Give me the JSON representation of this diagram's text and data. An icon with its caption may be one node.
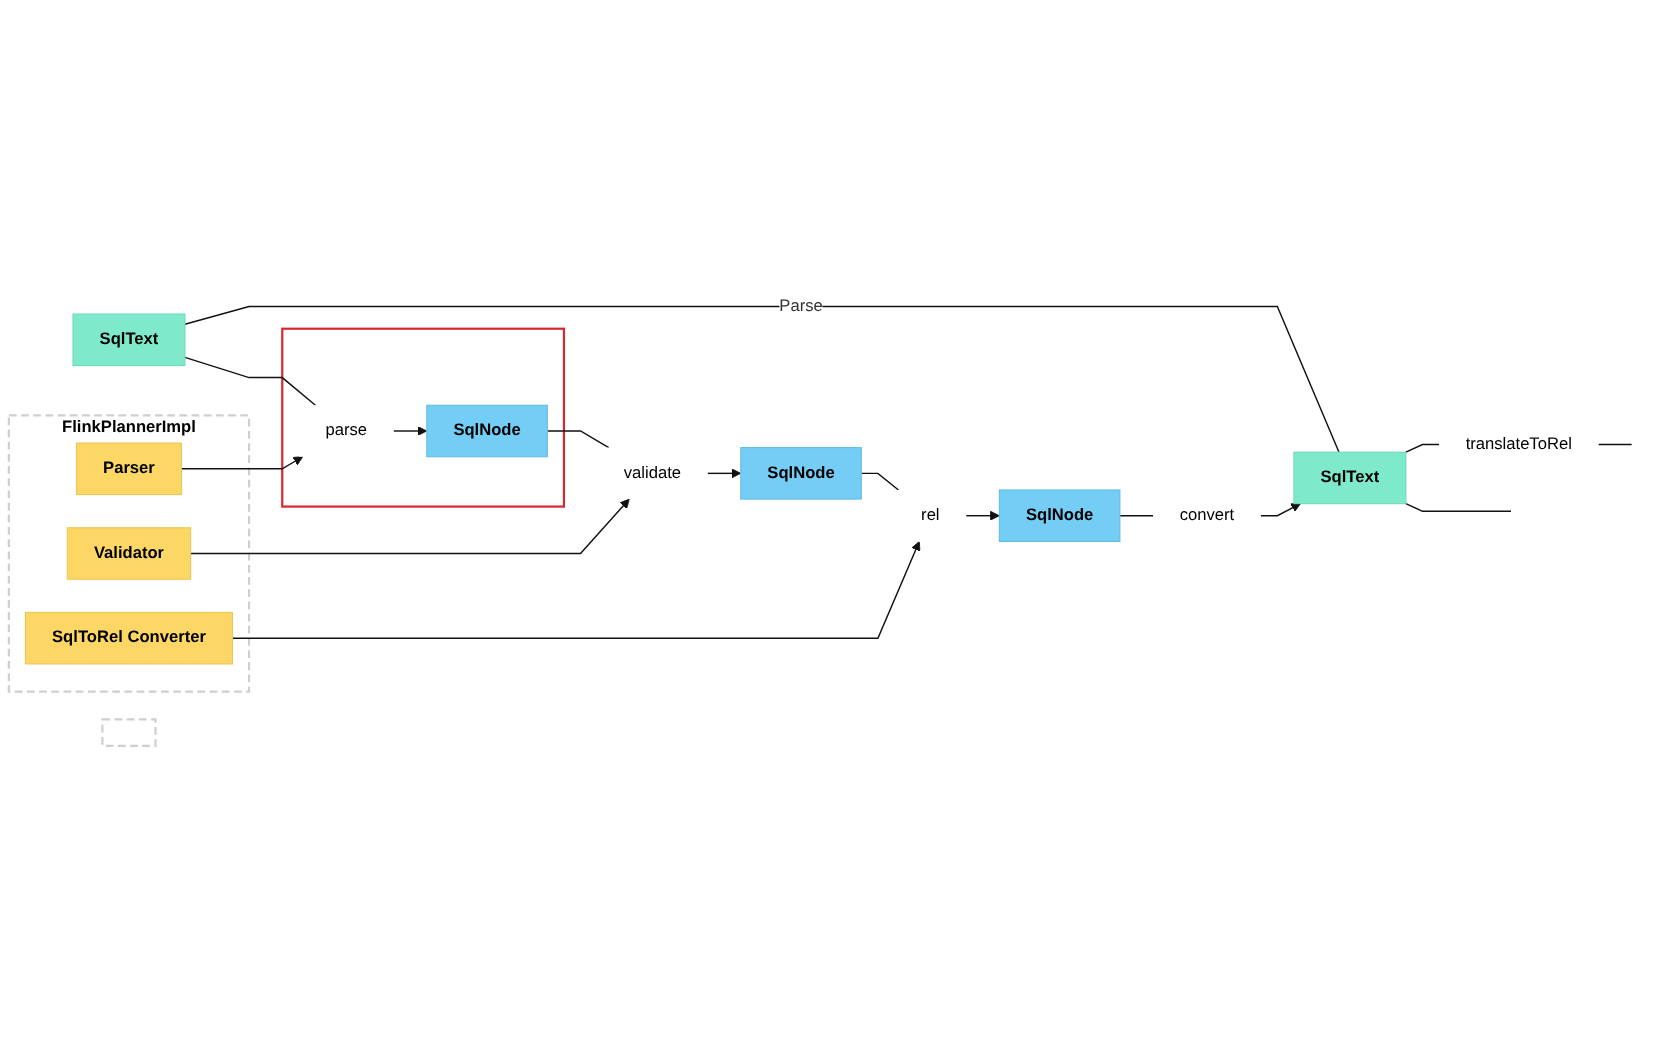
{
  "diagram": {
    "nodes": [
      {
        "text": [
          "SqlText"
        ]
      },
      {
        "text": [
          "SqlText"
        ]
      },
      {
        "text": [],
        "shape": "box"
      },
      {
        "text": [
          "parse"
        ],
        "in": 2
      },
      {
        "text": [
          "SqlNode"
        ],
        "in": 2
      },
      {
        "text": [
          "validate"
        ]
      },
      {
        "text": [
          "SqlNode"
        ]
      },
      {
        "text": [
          "rel"
        ]
      },
      {
        "text": [
          "SqlNode"
        ]
      },
      {
        "text": [
          "convert"
        ]
      },
      {
        "text": [
          "translateToRel"
        ]
      },
      {
        "text": [
          "FlinkPlannerImpl"
        ]
      },
      {
        "text": [
          "Parser"
        ],
        "in": 11
      },
      {
        "text": [
          "Validator"
        ],
        "in": 11
      },
      {
        "text": [
          "SqlToRel Converter"
        ],
        "in": 11
      },
      {
        "text": [],
        "shape": "box"
      }
    ],
    "edges": [
      {
        "from": 0,
        "to": 1,
        "arrow": "none",
        "label": "Parse"
      },
      {
        "from": 1,
        "to": null,
        "arrow": "none"
      },
      {
        "from": 0,
        "to": 3,
        "arrow": "none"
      },
      {
        "from": 3,
        "to": 4,
        "arrow": "to"
      },
      {
        "from": 4,
        "to": 5,
        "arrow": "none"
      },
      {
        "from": 5,
        "to": 6,
        "arrow": "to"
      },
      {
        "from": 6,
        "to": 7,
        "arrow": "none"
      },
      {
        "from": 7,
        "to": 8,
        "arrow": "to"
      },
      {
        "from": 8,
        "to": 9,
        "arrow": "none"
      },
      {
        "from": 9,
        "to": 1,
        "arrow": "to"
      },
      {
        "from": 1,
        "to": 10,
        "arrow": "none"
      },
      {
        "from": 10,
        "to": null,
        "arrow": "none"
      },
      {
        "from": 12,
        "to": 3,
        "arrow": "to"
      },
      {
        "from": 13,
        "to": 5,
        "arrow": "to"
      },
      {
        "from": 14,
        "to": 7,
        "arrow": "to"
      }
    ]
  }
}
